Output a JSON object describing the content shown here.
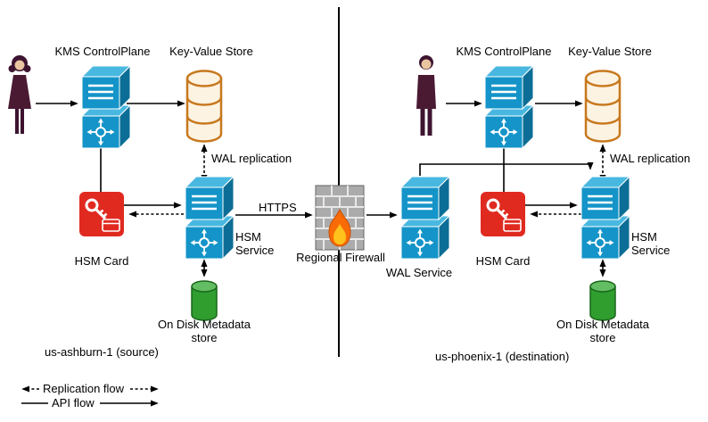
{
  "source": {
    "kms_label": "KMS ControlPlane",
    "kv_label": "Key-Value Store",
    "wal_replication_label": "WAL replication",
    "hsm_service_label": "HSM Service",
    "hsm_card_label": "HSM Card",
    "disk_store_label": "On Disk Metadata store",
    "region_name": "us-ashburn-1 (source)"
  },
  "destination": {
    "kms_label": "KMS ControlPlane",
    "kv_label": "Key-Value Store",
    "wal_replication_label": "WAL replication",
    "hsm_service_label": "HSM Service",
    "hsm_card_label": "HSM Card",
    "disk_store_label": "On Disk Metadata store",
    "region_name": "us-phoenix-1 (destination)"
  },
  "interconnect": {
    "https_label": "HTTPS",
    "firewall_label": "Regional Firewall",
    "wal_service_label": "WAL Service"
  },
  "legend": {
    "replication_label": "Replication flow",
    "api_label": "API flow"
  },
  "icons": {
    "user-icon": "person silhouette",
    "server-stack-icon": "two stacked 3D network cubes with hub glyph",
    "kv-store-icon": "orange outlined database cylinder",
    "disk-store-icon": "green database cylinder",
    "hsm-card-icon": "red square with white key and card",
    "firewall-icon": "gray brick wall with flame"
  },
  "colors": {
    "service_blue_front": "#1494c8",
    "service_blue_top": "#49b8e0",
    "service_blue_side": "#0c6e96",
    "kv_store_orange": "#c8781e",
    "disk_store_green": "#2f9e2f",
    "hsm_card_red": "#e02a20",
    "person_maroon": "#4a1a33",
    "firewall_gray": "#ababab",
    "flame_orange": "#f96b07",
    "line_black": "#000000"
  }
}
